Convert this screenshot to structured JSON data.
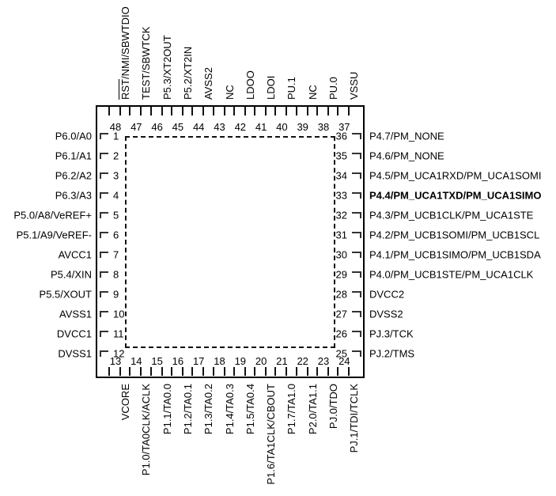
{
  "package": {
    "type": "qfn-48-pinout-diagram",
    "pin_count": 48,
    "body": {
      "outline_style": "solid",
      "inner_style": "dashed"
    }
  },
  "left_pins": [
    {
      "number": "1",
      "label": "P6.0/A0"
    },
    {
      "number": "2",
      "label": "P6.1/A1"
    },
    {
      "number": "3",
      "label": "P6.2/A2"
    },
    {
      "number": "4",
      "label": "P6.3/A3"
    },
    {
      "number": "5",
      "label": "P5.0/A8/VeREF+"
    },
    {
      "number": "6",
      "label": "P5.1/A9/VeREF-"
    },
    {
      "number": "7",
      "label": "AVCC1"
    },
    {
      "number": "8",
      "label": "P5.4/XIN"
    },
    {
      "number": "9",
      "label": "P5.5/XOUT"
    },
    {
      "number": "10",
      "label": "AVSS1"
    },
    {
      "number": "11",
      "label": "DVCC1"
    },
    {
      "number": "12",
      "label": "DVSS1"
    }
  ],
  "right_pins": [
    {
      "number": "36",
      "label": "P4.7/PM_NONE",
      "bold": false
    },
    {
      "number": "35",
      "label": "P4.6/PM_NONE",
      "bold": false
    },
    {
      "number": "34",
      "label": "P4.5/PM_UCA1RXD/PM_UCA1SOMI",
      "bold": false
    },
    {
      "number": "33",
      "label": "P4.4/PM_UCA1TXD/PM_UCA1SIMO",
      "bold": true
    },
    {
      "number": "32",
      "label": "P4.3/PM_UCB1CLK/PM_UCA1STE",
      "bold": false
    },
    {
      "number": "31",
      "label": "P4.2/PM_UCB1SOMI/PM_UCB1SCL",
      "bold": false
    },
    {
      "number": "30",
      "label": "P4.1/PM_UCB1SIMO/PM_UCB1SDA",
      "bold": false
    },
    {
      "number": "29",
      "label": "P4.0/PM_UCB1STE/PM_UCA1CLK",
      "bold": false
    },
    {
      "number": "28",
      "label": "DVCC2",
      "bold": false
    },
    {
      "number": "27",
      "label": "DVSS2",
      "bold": false
    },
    {
      "number": "26",
      "label": "PJ.3/TCK",
      "bold": false
    },
    {
      "number": "25",
      "label": "PJ.2/TMS",
      "bold": false
    }
  ],
  "top_pins": [
    {
      "number": "48",
      "label": "RST/NMI/SBWTDIO",
      "overline_prefix": "RST"
    },
    {
      "number": "47",
      "label": "TEST/SBWTCK",
      "overline_prefix": ""
    },
    {
      "number": "46",
      "label": "P5.3/XT2OUT",
      "overline_prefix": ""
    },
    {
      "number": "45",
      "label": "P5.2/XT2IN",
      "overline_prefix": ""
    },
    {
      "number": "44",
      "label": "AVSS2",
      "overline_prefix": ""
    },
    {
      "number": "43",
      "label": "NC",
      "overline_prefix": ""
    },
    {
      "number": "42",
      "label": "LDOO",
      "overline_prefix": ""
    },
    {
      "number": "41",
      "label": "LDOI",
      "overline_prefix": ""
    },
    {
      "number": "40",
      "label": "PU.1",
      "overline_prefix": ""
    },
    {
      "number": "39",
      "label": "NC",
      "overline_prefix": ""
    },
    {
      "number": "38",
      "label": "PU.0",
      "overline_prefix": ""
    },
    {
      "number": "37",
      "label": "VSSU",
      "overline_prefix": ""
    }
  ],
  "bottom_pins": [
    {
      "number": "13",
      "label": "VCORE"
    },
    {
      "number": "14",
      "label": "P1.0/TA0CLK/ACLK"
    },
    {
      "number": "15",
      "label": "P1.1/TA0.0"
    },
    {
      "number": "16",
      "label": "P1.2/TA0.1"
    },
    {
      "number": "17",
      "label": "P1.3/TA0.2"
    },
    {
      "number": "18",
      "label": "P1.4/TA0.3"
    },
    {
      "number": "19",
      "label": "P1.5/TA0.4"
    },
    {
      "number": "20",
      "label": "P1.6/TA1CLK/CBOUT"
    },
    {
      "number": "21",
      "label": "P1.7/TA1.0"
    },
    {
      "number": "22",
      "label": "P2.0/TA1.1"
    },
    {
      "number": "23",
      "label": "PJ.0/TDO"
    },
    {
      "number": "24",
      "label": "PJ.1/TDI/TCLK"
    }
  ],
  "colors": {
    "line": "#000000",
    "text": "#000000",
    "background": "#ffffff"
  }
}
